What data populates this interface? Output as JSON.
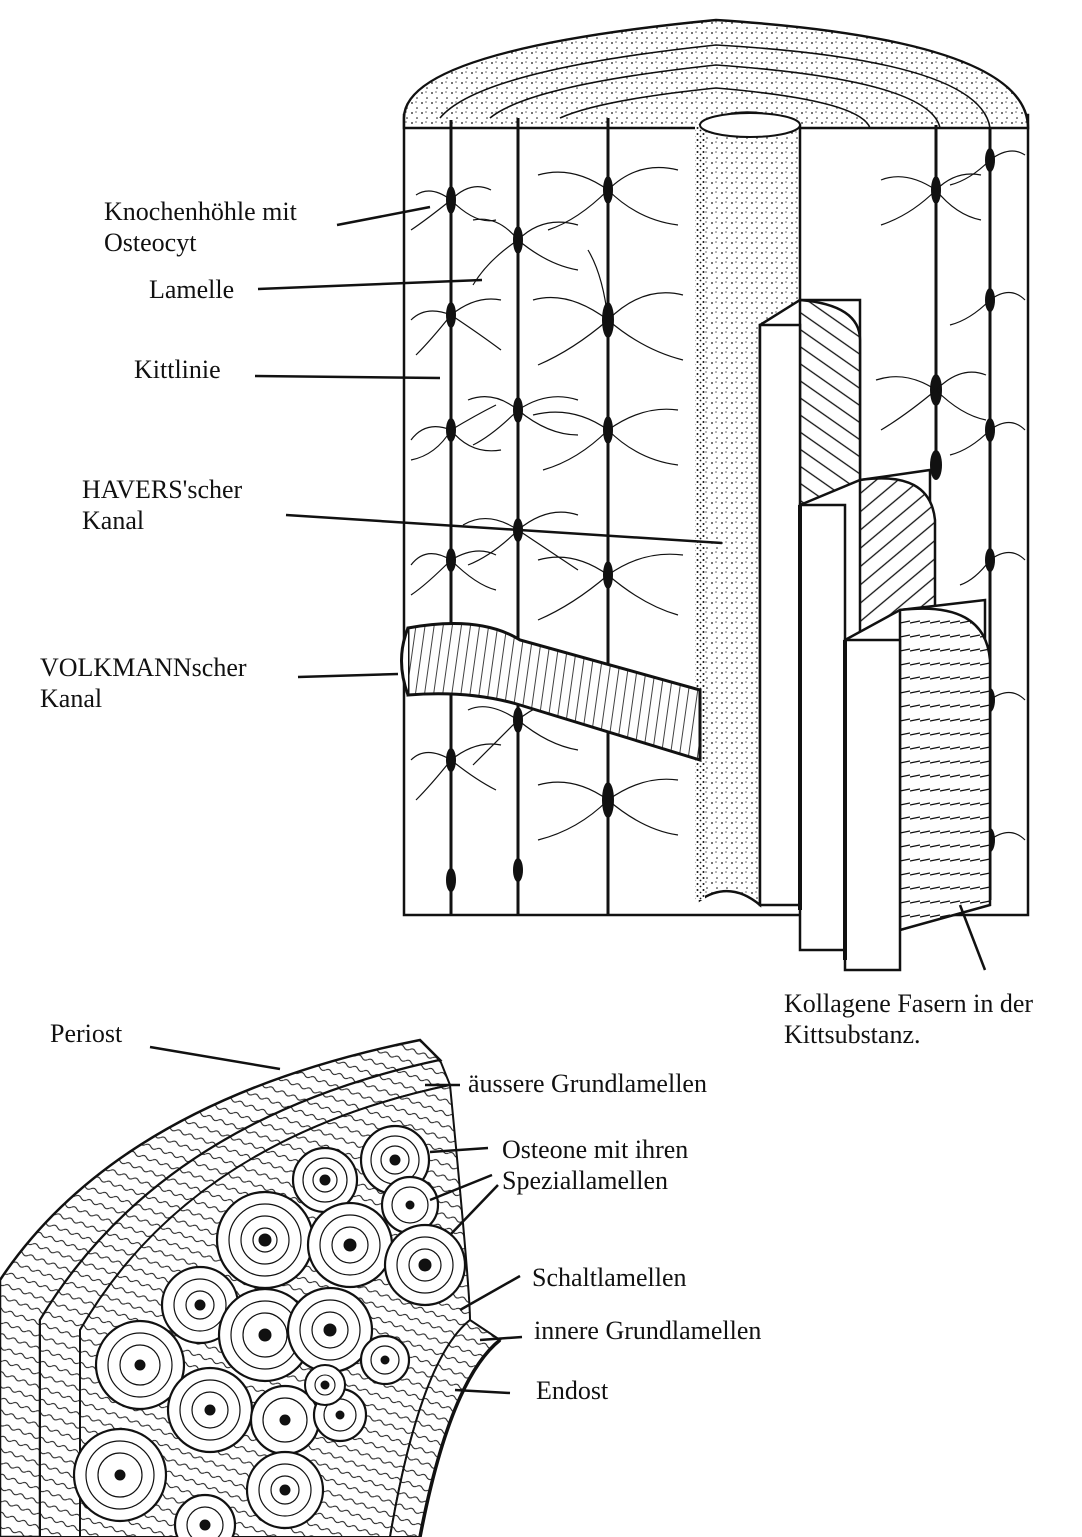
{
  "colors": {
    "ink": "#111111",
    "paper": "#ffffff"
  },
  "osteon_labels": {
    "knochenhoehle": {
      "line1": "Knochenhöhle mit",
      "line2": "Osteocyt"
    },
    "lamelle": "Lamelle",
    "kittlinie": "Kittlinie",
    "havers": {
      "line1": "HAVERS'scher",
      "line2": "Kanal"
    },
    "volkmann": {
      "line1": "VOLKMANNscher",
      "line2": "Kanal"
    },
    "kollagen": {
      "line1": "Kollagene Fasern in der",
      "line2": "Kittsubstanz."
    }
  },
  "cross_section_labels": {
    "periost": "Periost",
    "aeussere": "äussere Grundlamellen",
    "osteone": {
      "line1": "Osteone mit ihren",
      "line2": "Speziallamellen"
    },
    "schalt": "Schaltlamellen",
    "innere": "innere Grundlamellen",
    "endost": "Endost"
  }
}
